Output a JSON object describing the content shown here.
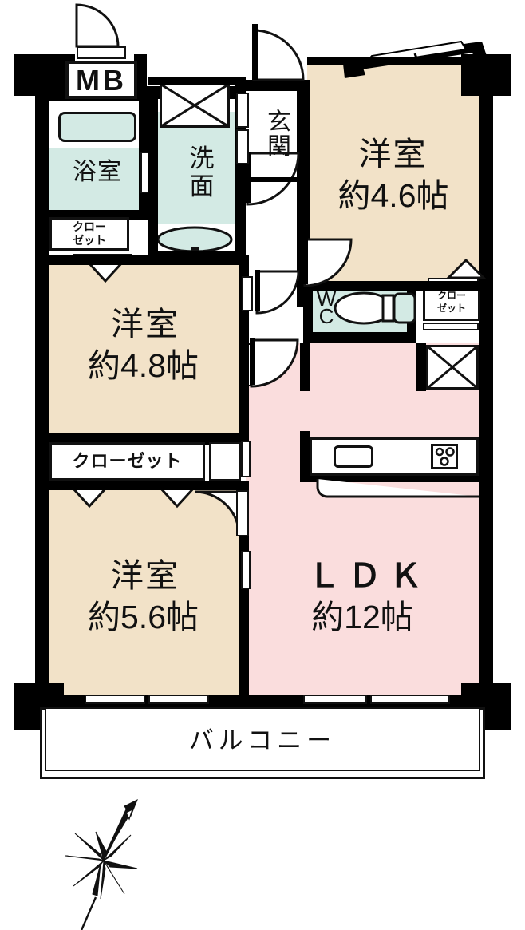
{
  "plan": {
    "type": "apartment-floor-plan",
    "language": "ja",
    "layout_code": "3LDK",
    "colors": {
      "tatami_room": "#f2e2c8",
      "ldk": "#fadddd",
      "wet_area": "#d3eae4",
      "wall": "#000000",
      "background": "#ffffff"
    }
  },
  "rooms": [
    {
      "id": "washitsu_46",
      "name": "洋室",
      "size": "約4.6帖",
      "fill": "#f2e2c8"
    },
    {
      "id": "washitsu_48",
      "name": "洋室",
      "size": "約4.8帖",
      "fill": "#f2e2c8"
    },
    {
      "id": "washitsu_56",
      "name": "洋室",
      "size": "約5.6帖",
      "fill": "#f2e2c8"
    },
    {
      "id": "ldk",
      "name": "ＬＤＫ",
      "size": "約12帖",
      "fill": "#fadddd"
    }
  ],
  "labels": {
    "mb": "MB",
    "bathroom": "浴室",
    "washroom_line1": "洗",
    "washroom_line2": "面",
    "entrance": "玄関",
    "wc_line1": "W",
    "wc_line2": "C",
    "closet_line1": "クロー",
    "closet_line2": "ゼット",
    "closet_wide": "クローゼット",
    "balcony": "バルコニー"
  },
  "fixtures": [
    {
      "name": "bathtub",
      "room": "浴室"
    },
    {
      "name": "washbasin",
      "room": "洗面"
    },
    {
      "name": "washing-machine-slot",
      "room": "洗面"
    },
    {
      "name": "toilet",
      "room": "WC"
    },
    {
      "name": "kitchen-sink",
      "room": "LDK"
    },
    {
      "name": "stove-3-burner",
      "room": "LDK"
    }
  ],
  "compass": {
    "name": "north-arrow",
    "direction": "北"
  }
}
